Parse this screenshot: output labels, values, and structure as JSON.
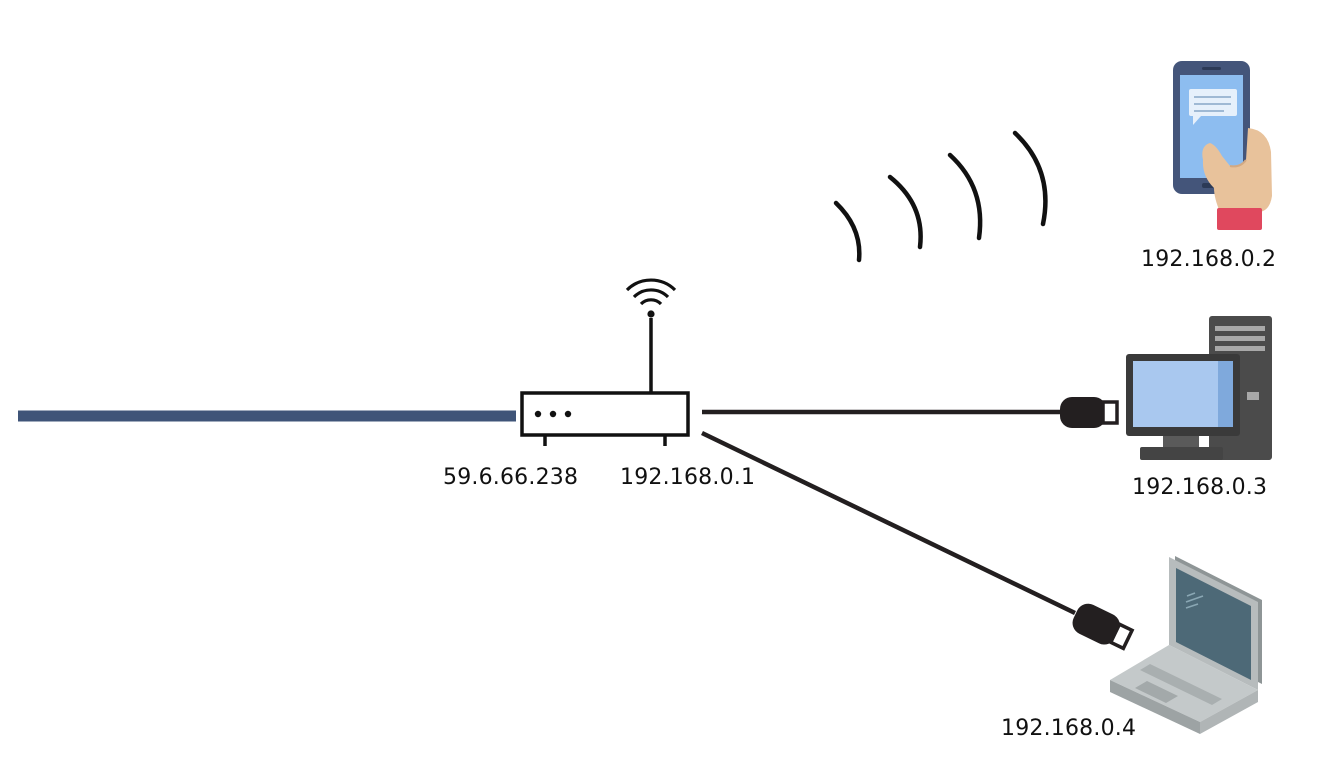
{
  "router": {
    "wan_ip": "59.6.66.238",
    "lan_ip": "192.168.0.1"
  },
  "devices": {
    "phone": {
      "ip": "192.168.0.2",
      "icon": "smartphone-in-hand-icon",
      "connection": "wireless"
    },
    "desktop": {
      "ip": "192.168.0.3",
      "icon": "desktop-computer-icon",
      "connection": "wired"
    },
    "laptop": {
      "ip": "192.168.0.4",
      "icon": "laptop-icon",
      "connection": "wired"
    }
  },
  "colors": {
    "wan_line": "#3f5478",
    "cable": "#231f20",
    "phone_body": "#44557a",
    "phone_screen": "#8dbdf0",
    "skin": "#e8c29b",
    "cuff": "#e0485e",
    "tower": "#4b4b4b",
    "monitor_screen": "#a9c8ef",
    "laptop_body": "#b7bcbd",
    "laptop_screen": "#4d6977"
  }
}
